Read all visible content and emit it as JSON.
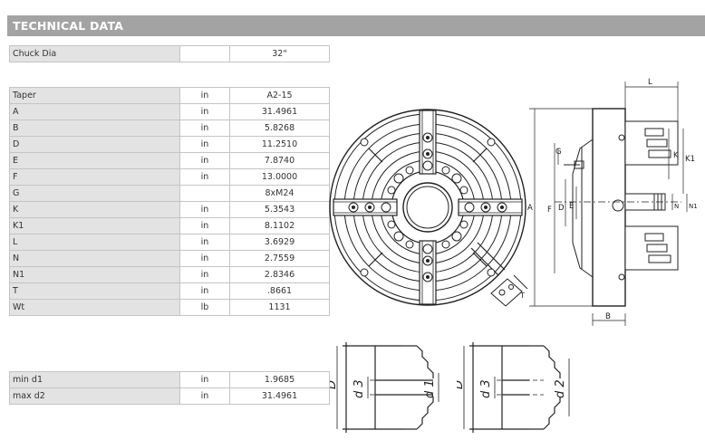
{
  "header": {
    "title": "TECHNICAL DATA"
  },
  "chuck": {
    "label": "Chuck Dia",
    "unit": "",
    "value": "32\""
  },
  "specs": [
    {
      "label": "Taper",
      "unit": "in",
      "value": "A2-15"
    },
    {
      "label": "A",
      "unit": "in",
      "value": "31.4961"
    },
    {
      "label": "B",
      "unit": "in",
      "value": "5.8268"
    },
    {
      "label": "D",
      "unit": "in",
      "value": "11.2510"
    },
    {
      "label": "E",
      "unit": "in",
      "value": "7.8740"
    },
    {
      "label": "F",
      "unit": "in",
      "value": "13.0000"
    },
    {
      "label": "G",
      "unit": "",
      "value": "8xM24"
    },
    {
      "label": "K",
      "unit": "in",
      "value": "5.3543"
    },
    {
      "label": "K1",
      "unit": "in",
      "value": "8.1102"
    },
    {
      "label": "L",
      "unit": "in",
      "value": "3.6929"
    },
    {
      "label": "N",
      "unit": "in",
      "value": "2.7559"
    },
    {
      "label": "N1",
      "unit": "in",
      "value": "2.8346"
    },
    {
      "label": "T",
      "unit": "in",
      "value": ".8661"
    },
    {
      "label": "Wt",
      "unit": "lb",
      "value": "1131"
    }
  ],
  "bore": [
    {
      "label": "min d1",
      "unit": "in",
      "value": "1.9685"
    },
    {
      "label": "max d2",
      "unit": "in",
      "value": "31.4961"
    }
  ],
  "drawing_labels": {
    "L": "L",
    "G": "G",
    "K": "K",
    "K1": "K1",
    "A": "A",
    "F": "F",
    "D": "D",
    "E": "E",
    "N": "N",
    "N1": "N1",
    "B": "B",
    "T": "T",
    "d1": "d 1",
    "d2": "d 2",
    "d3": "d 3",
    "Dcap": "D"
  },
  "colors": {
    "header_bg": "#a3a3a3",
    "label_bg": "#e3e3e3",
    "border": "#c4c4c4",
    "line": "#222222"
  }
}
